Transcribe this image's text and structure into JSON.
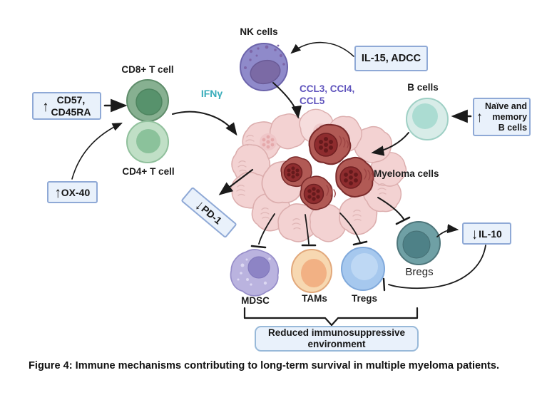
{
  "palette": {
    "box_fill": "#e9f1fb",
    "box_border": "#8fa9d6",
    "arrow_black": "#1a1a1a",
    "ifng_teal": "#38acba",
    "ccl_purple": "#5f54bd",
    "nk_purple": "#8f8aca",
    "cd8_green": "#87b091",
    "cd4_green": "#c0dfc6",
    "bcell_teal": "#d8ece8",
    "myeloma_dark_red": "#b15a55",
    "myeloma_pink": "#f3d2d2",
    "mdsc_purple": "#bab3df",
    "tams_orange": "#f7d8b1",
    "tregs_blue": "#a6c8ee",
    "bregs_teal": "#6fa0a5"
  },
  "cells": {
    "nk": {
      "label": "NK cells"
    },
    "cd8": {
      "label": "CD8+ T cell"
    },
    "cd4": {
      "label": "CD4+ T cell"
    },
    "b": {
      "label": "B cells"
    },
    "myeloma": {
      "label": "Myeloma cells"
    },
    "mdsc": {
      "label": "MDSC"
    },
    "tams": {
      "label": "TAMs"
    },
    "tregs": {
      "label": "Tregs"
    },
    "bregs": {
      "label": "Bregs"
    }
  },
  "boxes": {
    "cd57": {
      "arrow": "↑",
      "line1": "CD57,",
      "line2": "CD45RA"
    },
    "ox40": {
      "arrow": "↑",
      "label": "OX-40"
    },
    "il15": {
      "label": "IL-15, ADCC"
    },
    "naive": {
      "arrow": "↑",
      "line1": "Naïve and",
      "line2": "memory",
      "line3": "B cells"
    },
    "pd1": {
      "arrow": "↓",
      "label": "PD-1"
    },
    "il10": {
      "arrow": "↓",
      "label": "IL-10"
    },
    "reduced": {
      "line1": "Reduced immunosuppressive",
      "line2": "environment"
    }
  },
  "annotations": {
    "ifng": {
      "label": "IFNγ"
    },
    "ccl": {
      "line1": "CCL3, CCl4,",
      "line2": "CCL5"
    }
  },
  "caption": {
    "text": "Figure 4: Immune mechanisms contributing to long-term survival in multiple myeloma patients."
  }
}
